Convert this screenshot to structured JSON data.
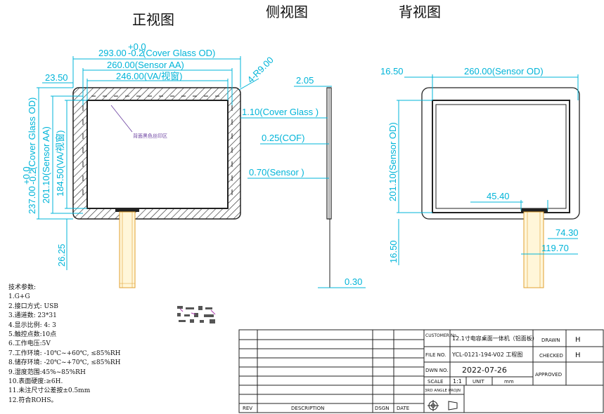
{
  "views": {
    "front_title": "正视图",
    "side_title": "侧视图",
    "back_title": "背视图"
  },
  "front": {
    "cover_od_width": "293.00",
    "cover_od_width_tol_plus": "+0.0",
    "cover_od_width_tol_minus": "-0.2",
    "cover_od_width_label": "(Cover Glass OD)",
    "sensor_aa_width": "260.00(Sensor AA)",
    "va_width": "246.00(VA/视窗)",
    "left_offset": "23.50",
    "corner_radius": "4-R9.00",
    "cover_od_height": "237.00",
    "cover_od_height_tol_plus": "+0.0",
    "cover_od_height_tol_minus": "-0.2",
    "cover_od_height_label": "(Cover Glass OD)",
    "sensor_aa_height": "201.10(Sensor AA)",
    "va_height": "184.50(VA/视窗)",
    "bottom_offset": "26.25",
    "print_area_note": "背面黑色丝印区"
  },
  "side": {
    "cover_glass": "2.05",
    "cover_glass_label": "1.10(Cover Glass )",
    "cof": "0.25(COF)",
    "sensor": "0.70(Sensor )",
    "bottom": "0.30"
  },
  "back": {
    "left_offset": "16.50",
    "sensor_od_width": "260.00(Sensor OD)",
    "sensor_od_height": "201.10(Sensor OD)",
    "fpc_width": "45.40",
    "fpc_offset_1": "74.30",
    "fpc_offset_2": "119.70",
    "bottom_offset": "16.50"
  },
  "notes": {
    "title": "技术参数:",
    "items": [
      "1.G+G",
      "2.接口方式: USB",
      "3.通道数: 23*31",
      "4.显示比例: 4: 3",
      "5.触控点数:10点",
      "6.工作电压:5V",
      "7.工作环境: -10℃~+60℃, ≤85%RH",
      "8.储存环境: -20℃~+70℃, ≤85%RH",
      "9.湿度范围:45%~85%RH",
      "10.表面硬度:≥6H.",
      "11.未注尺寸公差按±0.5mm",
      "12.符合ROHS。"
    ]
  },
  "title_block": {
    "customer_label": "CUSTOMER No.",
    "customer_value": "12.1寸电容桌面一体机（铝面板）",
    "file_label": "FILE NO.",
    "file_value": "YCL-0121-194-V02 工程图",
    "dwn_label": "DWN NO.",
    "dwn_value": "2022-07-26",
    "scale_label": "SCALE",
    "scale_value": "1:1",
    "unit_label": "UNIT",
    "unit_value": "mm",
    "third_angle": "3RD ANGLE PROJN",
    "drawn_label": "DRAWN",
    "drawn_value": "H",
    "checked_label": "CHECKED",
    "checked_value": "H",
    "approved_label": "APPROVED",
    "rev_label": "REV",
    "description_label": "DESCRIPTION",
    "dsgn_label": "DSGN",
    "date_label": "DATE"
  }
}
